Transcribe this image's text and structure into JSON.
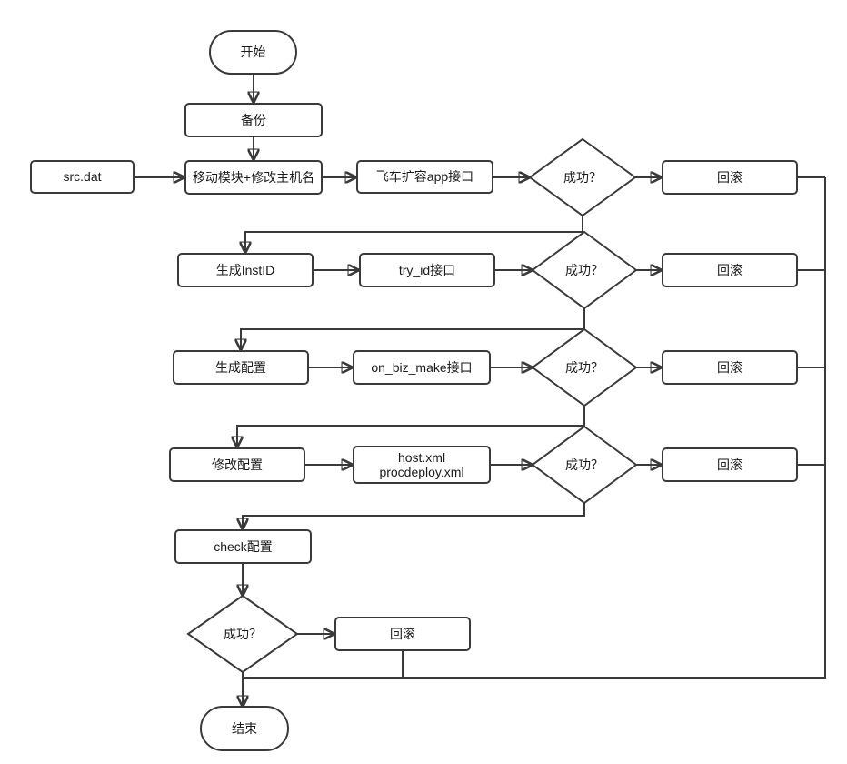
{
  "colors": {
    "stroke": "#3a3a3a",
    "fill": "#ffffff",
    "text": "#1a1a1a",
    "bg": "#ffffff"
  },
  "diagram": {
    "type": "flowchart",
    "nodes": {
      "start": {
        "label": "开始",
        "shape": "terminal"
      },
      "backup": {
        "label": "备份",
        "shape": "process"
      },
      "src_dat": {
        "label": "src.dat",
        "shape": "process"
      },
      "move_module": {
        "label": "移动模块+修改主机名",
        "shape": "process"
      },
      "expand_api": {
        "label": "飞车扩容app接口",
        "shape": "process"
      },
      "decision1": {
        "label": "成功？",
        "shape": "decision"
      },
      "rollback1": {
        "label": "回滚",
        "shape": "process"
      },
      "gen_instid": {
        "label": "生成InstID",
        "shape": "process"
      },
      "try_id_api": {
        "label": "try_id接口",
        "shape": "process"
      },
      "decision2": {
        "label": "成功？",
        "shape": "decision"
      },
      "rollback2": {
        "label": "回滚",
        "shape": "process"
      },
      "gen_config": {
        "label": "生成配置",
        "shape": "process"
      },
      "on_biz_make_api": {
        "label": "on_biz_make接口",
        "shape": "process"
      },
      "decision3": {
        "label": "成功？",
        "shape": "decision"
      },
      "rollback3": {
        "label": "回滚",
        "shape": "process"
      },
      "modify_config": {
        "label": "修改配置",
        "shape": "process"
      },
      "xml_files": {
        "label_line1": "host.xml",
        "label_line2": "procdeploy.xml",
        "shape": "process"
      },
      "decision4": {
        "label": "成功？",
        "shape": "decision"
      },
      "rollback4": {
        "label": "回滚",
        "shape": "process"
      },
      "check_config": {
        "label": "check配置",
        "shape": "process"
      },
      "decision5": {
        "label": "成功？",
        "shape": "decision"
      },
      "rollback5": {
        "label": "回滚",
        "shape": "process"
      },
      "end": {
        "label": "结束",
        "shape": "terminal"
      }
    },
    "edges": [
      "start->backup",
      "backup->move_module",
      "src_dat->move_module",
      "move_module->expand_api",
      "expand_api->decision1",
      "decision1->rollback1",
      "rollback1->bus",
      "decision1->gen_instid",
      "gen_instid->try_id_api",
      "try_id_api->decision2",
      "decision2->rollback2",
      "rollback2->bus",
      "decision2->gen_config",
      "gen_config->on_biz_make_api",
      "on_biz_make_api->decision3",
      "decision3->rollback3",
      "rollback3->bus",
      "decision3->modify_config",
      "modify_config->xml_files",
      "xml_files->decision4",
      "decision4->rollback4",
      "rollback4->bus",
      "decision4->check_config",
      "check_config->decision5",
      "decision5->rollback5",
      "rollback5->bus",
      "bus->end",
      "decision5->end"
    ]
  }
}
